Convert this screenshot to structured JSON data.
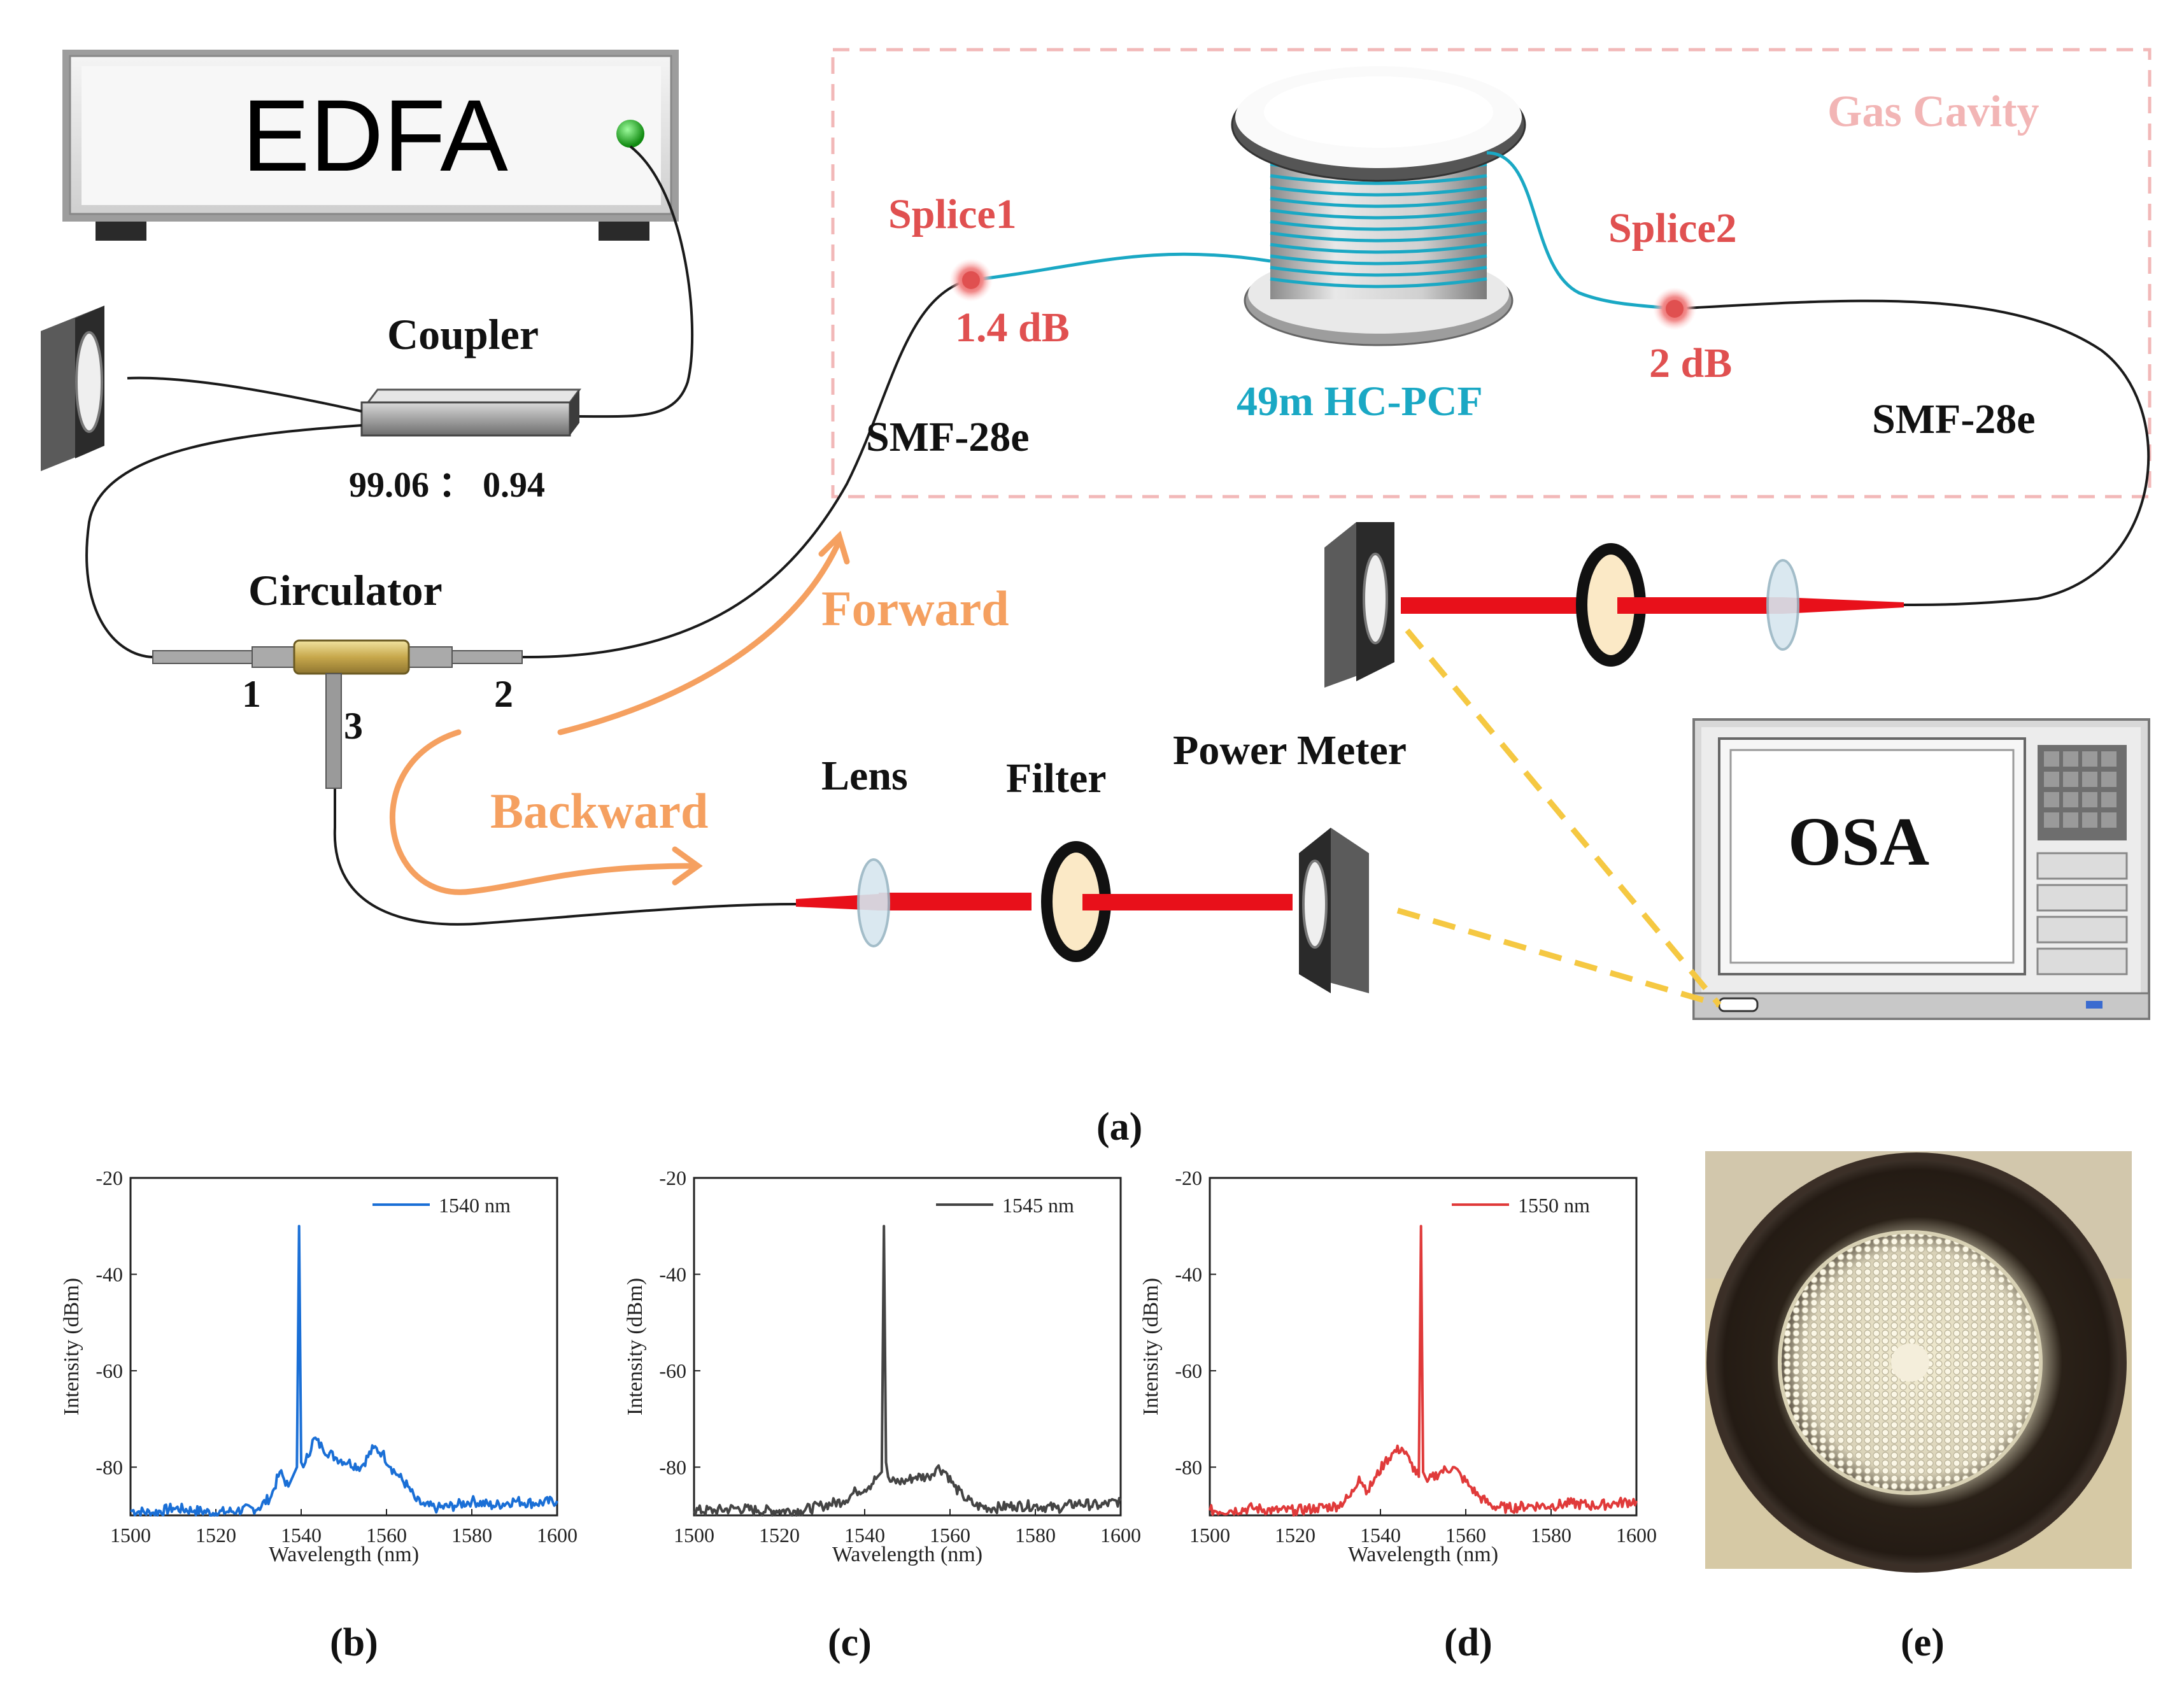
{
  "diagram": {
    "edfa_label": "EDFA",
    "coupler_label": "Coupler",
    "coupler_ratio": "99.06 ： 0.94",
    "circulator_label": "Circulator",
    "port1": "1",
    "port2": "2",
    "port3": "3",
    "gas_cavity_label": "Gas Cavity",
    "splice1_label": "Splice1",
    "splice1_loss": "1.4 dB",
    "splice2_label": "Splice2",
    "splice2_loss": "2 dB",
    "hcpcf_label": "49m HC-PCF",
    "smf_left_label": "SMF-28e",
    "smf_right_label": "SMF-28e",
    "forward_label": "Forward",
    "backward_label": "Backward",
    "lens_label": "Lens",
    "filter_label": "Filter",
    "power_meter_label": "Power Meter",
    "osa_label": "OSA",
    "caption_a": "(a)"
  },
  "colors": {
    "splice_red": "#e05050",
    "fiber_cyan": "#1aa8c4",
    "beam_red": "#e8101a",
    "arrow_orange": "#f5a060",
    "dashed_yellow": "#f5c842",
    "cavity_pink": "#f2b8b8"
  },
  "captions": {
    "b": "(b)",
    "c": "(c)",
    "d": "(d)",
    "e": "(e)"
  },
  "chart_data": [
    {
      "type": "line",
      "panel": "b",
      "xlabel": "Wavelength (nm)",
      "ylabel": "Intensity (dBm)",
      "xlim": [
        1500,
        1600
      ],
      "ylim": [
        -90,
        -20
      ],
      "xticks": [
        1500,
        1520,
        1540,
        1560,
        1580,
        1600
      ],
      "yticks": [
        -20,
        -40,
        -60,
        -80
      ],
      "legend_position": "top-right",
      "color": "#1a6fd6",
      "series": [
        {
          "name": "1540 nm",
          "x": [
            1500,
            1505,
            1510,
            1515,
            1520,
            1525,
            1530,
            1533,
            1535,
            1537,
            1538,
            1539,
            1539.5,
            1540,
            1540.5,
            1541,
            1543,
            1545,
            1548,
            1551,
            1554,
            1557,
            1559,
            1561,
            1563,
            1565,
            1567,
            1569,
            1572,
            1576,
            1580,
            1585,
            1590,
            1595,
            1600
          ],
          "y": [
            -89,
            -89.5,
            -88.5,
            -89,
            -89.5,
            -89,
            -88.5,
            -86,
            -81,
            -84,
            -82,
            -80,
            -30,
            -79,
            -80,
            -79,
            -74,
            -76,
            -78,
            -79,
            -80,
            -76,
            -77,
            -80,
            -82,
            -84,
            -87,
            -88,
            -88.5,
            -88,
            -87,
            -88,
            -87,
            -87.5,
            -87
          ]
        }
      ]
    },
    {
      "type": "line",
      "panel": "c",
      "xlabel": "Wavelength (nm)",
      "ylabel": "Intensity (dBm)",
      "xlim": [
        1500,
        1600
      ],
      "ylim": [
        -90,
        -20
      ],
      "xticks": [
        1500,
        1520,
        1540,
        1560,
        1580,
        1600
      ],
      "yticks": [
        -20,
        -40,
        -60,
        -80
      ],
      "legend_position": "top-right",
      "color": "#444444",
      "series": [
        {
          "name": "1545 nm",
          "x": [
            1500,
            1505,
            1510,
            1515,
            1520,
            1525,
            1530,
            1535,
            1538,
            1541,
            1543,
            1544,
            1544.5,
            1545,
            1545.5,
            1546,
            1549,
            1552,
            1555,
            1557,
            1559,
            1561,
            1563,
            1566,
            1570,
            1575,
            1580,
            1585,
            1590,
            1595,
            1600
          ],
          "y": [
            -89,
            -89,
            -88.5,
            -89,
            -89,
            -89,
            -88,
            -87,
            -85,
            -84,
            -82,
            -81,
            -30,
            -79,
            -82,
            -83,
            -83,
            -82,
            -82,
            -80,
            -81,
            -84,
            -86,
            -88,
            -88.5,
            -88,
            -88,
            -88.5,
            -87.5,
            -88,
            -87
          ]
        }
      ]
    },
    {
      "type": "line",
      "panel": "d",
      "xlabel": "Wavelength (nm)",
      "ylabel": "Intensity (dBm)",
      "xlim": [
        1500,
        1600
      ],
      "ylim": [
        -90,
        -20
      ],
      "xticks": [
        1500,
        1520,
        1540,
        1560,
        1580,
        1600
      ],
      "yticks": [
        -20,
        -40,
        -60,
        -80
      ],
      "legend_position": "top-right",
      "color": "#e03a3a",
      "series": [
        {
          "name": "1550 nm",
          "x": [
            1500,
            1505,
            1510,
            1515,
            1520,
            1525,
            1530,
            1533,
            1535,
            1537,
            1539,
            1541,
            1543,
            1545,
            1547,
            1549,
            1549.5,
            1550,
            1550.5,
            1551,
            1554,
            1557,
            1559,
            1561,
            1563,
            1566,
            1570,
            1575,
            1580,
            1585,
            1590,
            1595,
            1600
          ],
          "y": [
            -89,
            -89,
            -88.5,
            -89,
            -89,
            -88.5,
            -88,
            -86,
            -82,
            -85,
            -82,
            -79,
            -77,
            -76,
            -79,
            -82,
            -30,
            -81,
            -82,
            -83,
            -81,
            -80,
            -82,
            -84,
            -86,
            -88,
            -88.5,
            -88,
            -88,
            -87.5,
            -88,
            -87.5,
            -87
          ]
        }
      ]
    }
  ]
}
